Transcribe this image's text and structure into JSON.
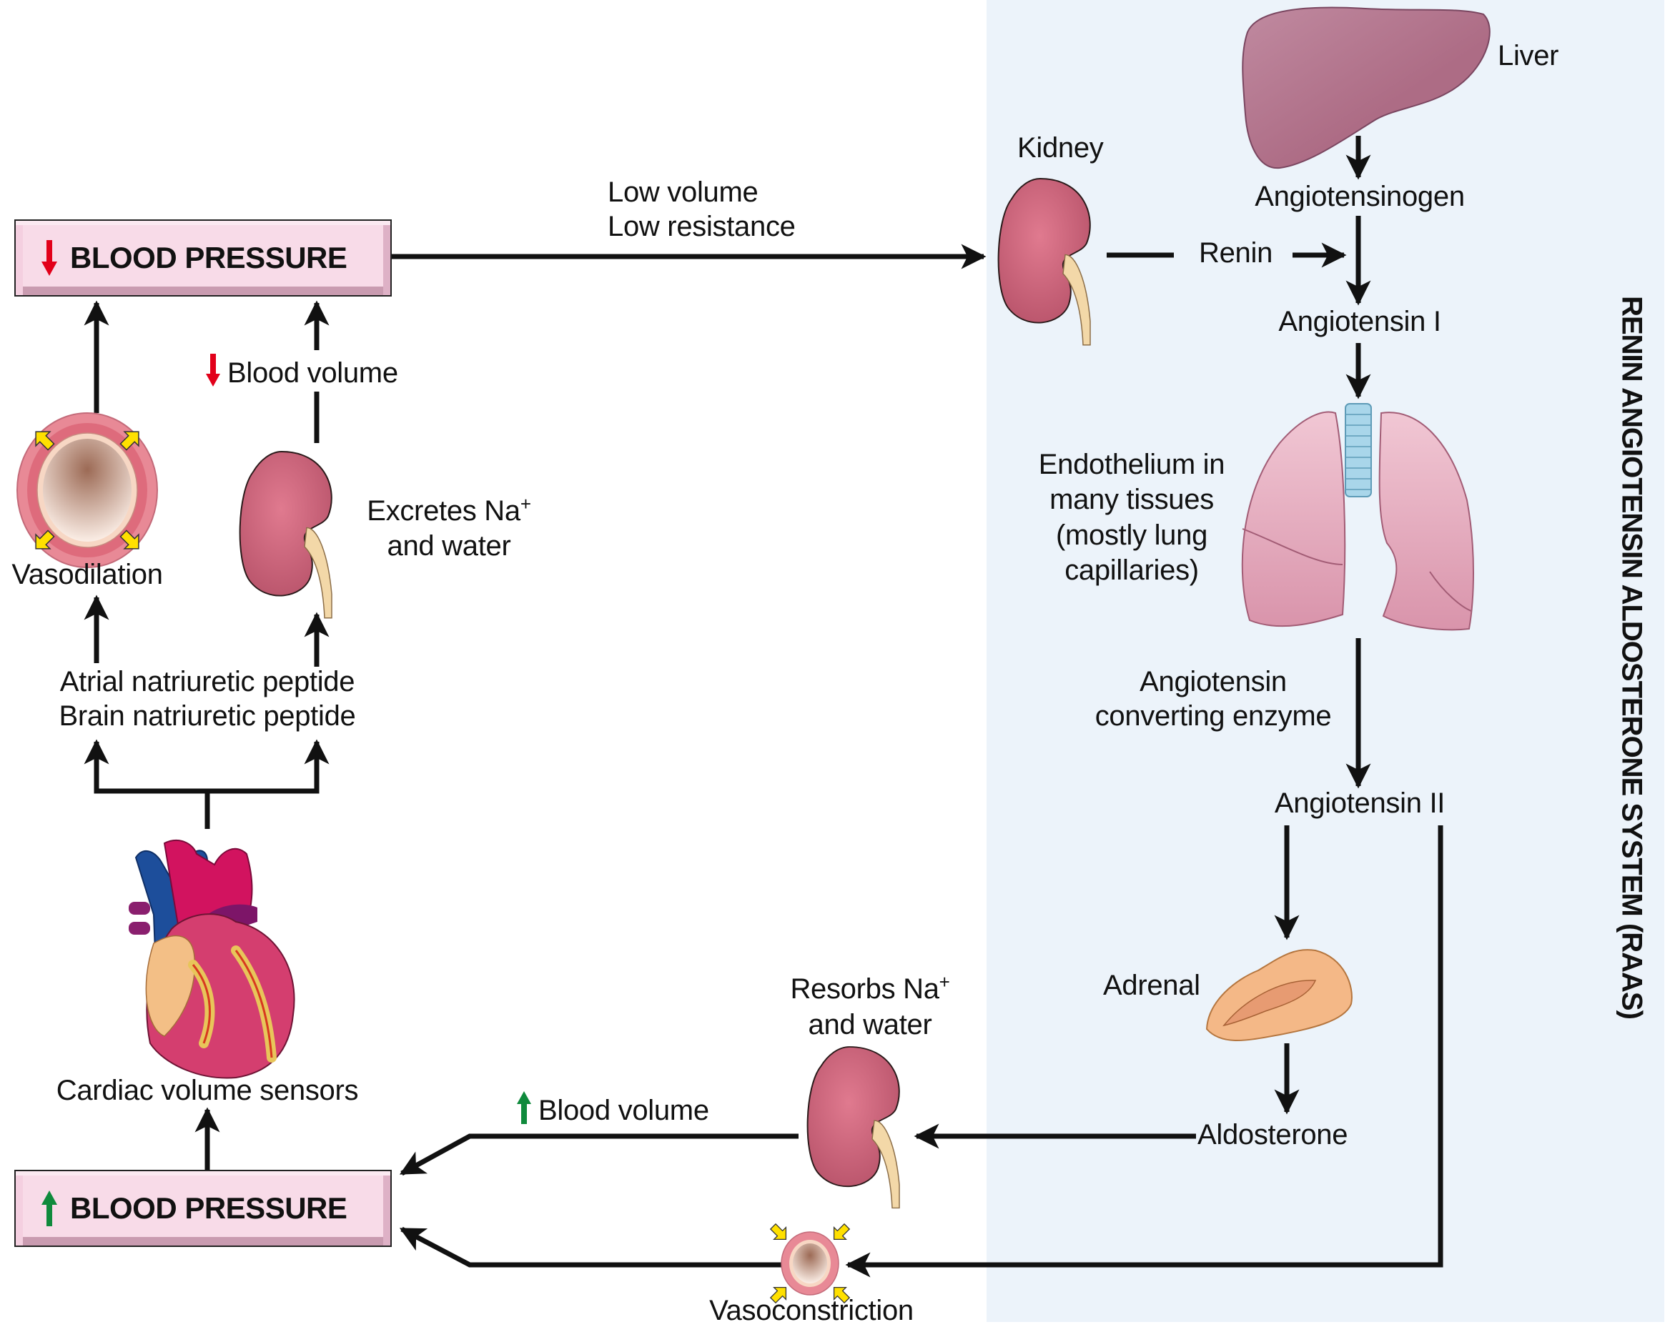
{
  "diagram": {
    "panel_title": "RENIN ANGIOTENSIN ALDOSTERONE SYSTEM (RAAS)",
    "colors": {
      "panel_background": "#ecf3fa",
      "box_face": "#f8dbe8",
      "decrease_arrow": "#e2001a",
      "increase_arrow": "#0f8a3c",
      "organ_pink": "#c9637a",
      "liver": "#b06f86",
      "adrenal": "#f4b887",
      "vessel_arrow": "#ffe000"
    }
  },
  "left_loop": {
    "low_bp_box": {
      "arrow": "down-arrow",
      "label": "BLOOD PRESSURE"
    },
    "high_bp_box": {
      "arrow": "up-arrow",
      "label": "BLOOD PRESSURE"
    },
    "vasodilation": "Vasodilation",
    "decreased_blood_volume": {
      "arrow": "down-arrow",
      "label": "Blood volume"
    },
    "excretes": {
      "line1": "Excretes Na",
      "sup": "+",
      "line2": "and water"
    },
    "peptides": {
      "line1": "Atrial natriuretic peptide",
      "line2": "Brain natriuretic peptide"
    },
    "cardiac_sensors": "Cardiac volume sensors"
  },
  "top_path": {
    "line1": "Low volume",
    "line2": "Low resistance"
  },
  "raas": {
    "kidney": "Kidney",
    "renin": "Renin",
    "liver": "Liver",
    "angiotensinogen": "Angiotensinogen",
    "angiotensin_1": "Angiotensin I",
    "endothelium": {
      "line1": "Endothelium in",
      "line2": "many tissues",
      "line3": "(mostly lung",
      "line4": "capillaries)"
    },
    "ace": {
      "line1": "Angiotensin",
      "line2": "converting enzyme"
    },
    "angiotensin_2": "Angiotensin II",
    "adrenal": "Adrenal",
    "aldosterone": "Aldosterone"
  },
  "bottom_path": {
    "resorbs": {
      "line1": "Resorbs Na",
      "sup": "+",
      "line2": "and water"
    },
    "increased_blood_volume": {
      "arrow": "up-arrow",
      "label": "Blood volume"
    },
    "vasoconstriction": "Vasoconstriction"
  }
}
